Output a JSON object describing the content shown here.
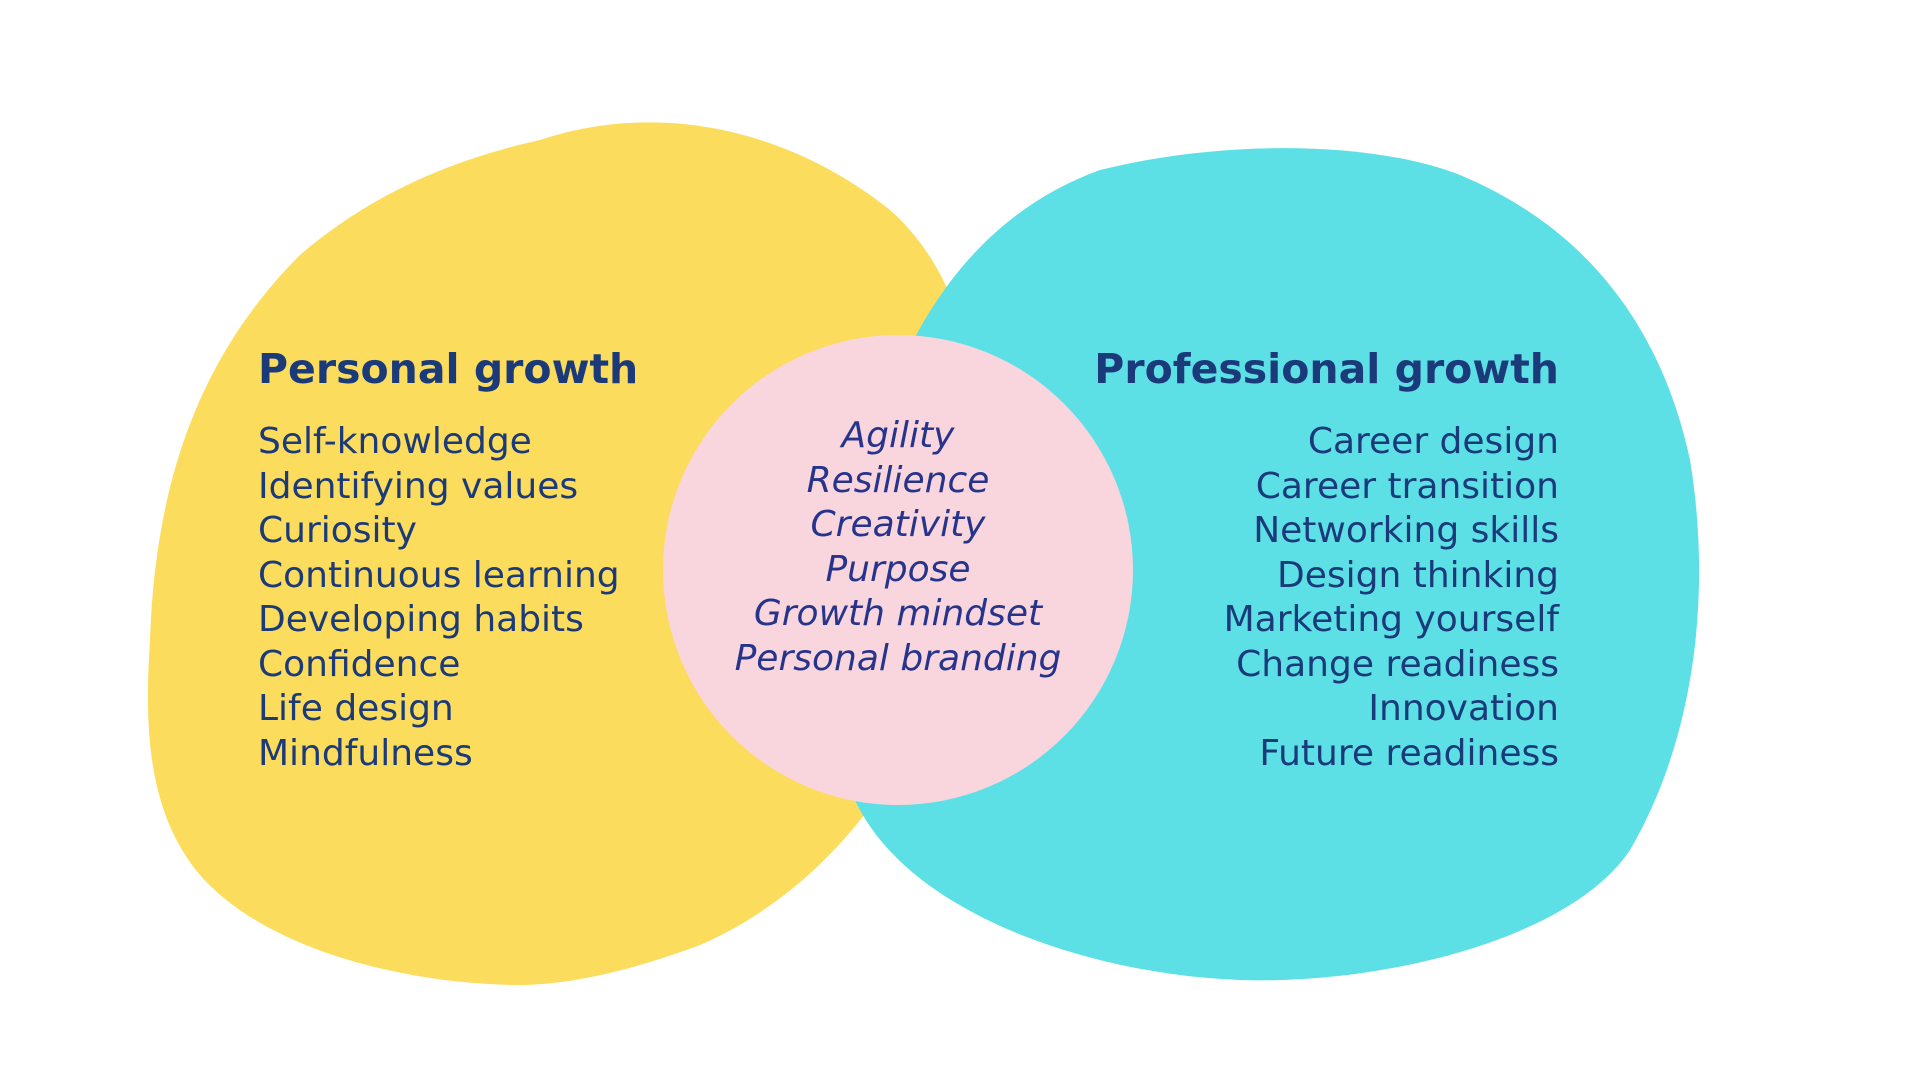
{
  "colors": {
    "background": "#ffffff",
    "personal_blob": "#fcdc5c",
    "professional_blob": "#5ce0e6",
    "center_circle": "#f9d5dd",
    "text": "#1b3a7a",
    "center_text": "#26348c"
  },
  "personal": {
    "title": "Personal growth",
    "items": [
      "Self-knowledge",
      "Identifying values",
      "Curiosity",
      "Continuous learning",
      "Developing habits",
      "Confidence",
      "Life design",
      "Mindfulness"
    ]
  },
  "professional": {
    "title": "Professional growth",
    "items": [
      "Career design",
      "Career transition",
      "Networking skills",
      "Design thinking",
      "Marketing yourself",
      "Change readiness",
      "Innovation",
      "Future readiness"
    ]
  },
  "overlap": {
    "items": [
      "Agility",
      "Resilience",
      "Creativity",
      "Purpose",
      "Growth mindset",
      "Personal branding"
    ]
  }
}
